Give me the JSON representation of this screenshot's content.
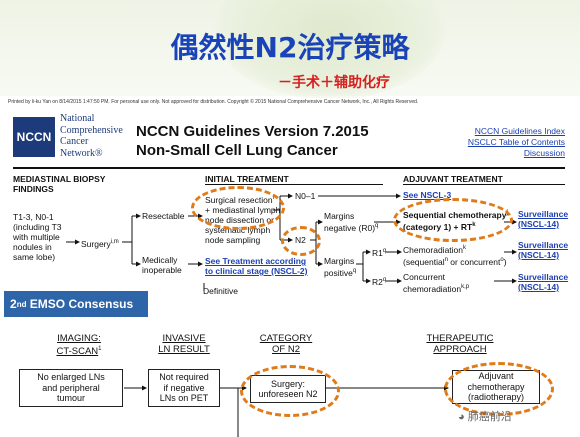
{
  "slide": {
    "title": "偶然性N2治疗策略",
    "subtitle": "－手术＋辅助化疗"
  },
  "nccn": {
    "printed_notice": "Printed by li-ku Yan on 8/14/2015 1:47:50 PM. For personal use only. Not approved for distribution. Copyright © 2015 National Comprehensive Cancer Network, Inc., All Rights Reserved.",
    "logo": "NCCN",
    "org_lines": [
      "National",
      "Comprehensive",
      "Cancer",
      "Network®"
    ],
    "guideline_title": "NCCN Guidelines Version 7.2015",
    "guideline_subtitle": "Non-Small Cell Lung Cancer",
    "links": [
      "NCCN Guidelines Index",
      "NSCLC Table of Contents",
      "Discussion"
    ],
    "headers": {
      "col1": [
        "MEDIASTINAL BIOPSY",
        "FINDINGS"
      ],
      "col2": "INITIAL TREATMENT",
      "col3": "ADJUVANT TREATMENT"
    },
    "finding": [
      "T1-3, N0-1",
      "(including T3",
      "with multiple",
      "nodules in",
      "same lobe)"
    ],
    "surgery": "Surgery",
    "surgery_sup": "i,m",
    "resectable": "Resectable",
    "medically": [
      "Medically",
      "inoperable"
    ],
    "surgical_resection": [
      "Surgical resection",
      "+ mediastinal lymph",
      "node dissection or",
      "systematic lymph",
      "node sampling"
    ],
    "surgical_sup": "l",
    "see_treatment": [
      "See Treatment according",
      "to clinical stage (NSCL-2)"
    ],
    "definitive": "Definitive",
    "n0": "N0–1",
    "n2": "N2",
    "margins_neg": [
      "Margins",
      "negative (R0)"
    ],
    "margins_neg_sup": "q",
    "margins_pos": [
      "Margins",
      "positive"
    ],
    "margins_pos_sup": "q",
    "see_nscl": "See NSCL-3",
    "sequential": [
      "Sequential chemotherapy",
      "(category 1) + RT"
    ],
    "sequential_sup1": "j",
    "sequential_sup2": "k",
    "r1": "R1",
    "r1_sup": "q",
    "r2": "R2",
    "r2_sup": "q",
    "chemorad1": [
      "Chemoradiation",
      "(sequential",
      "or concurrent"
    ],
    "chemorad1_sups": [
      "k",
      "n",
      "o"
    ],
    "concurrent": [
      "Concurrent",
      "chemoradiation"
    ],
    "concurrent_sup": "k,p",
    "surveillance": [
      "Surveillance",
      "(NSCL-14)"
    ]
  },
  "consensus": {
    "banner_pre": "2",
    "banner_sup": "nd",
    "banner_post": " EMSO Consensus",
    "headers": [
      [
        "IMAGING:",
        "CT-SCAN"
      ],
      [
        "INVASIVE",
        "LN RESULT"
      ],
      [
        "CATEGORY",
        "OF N2"
      ],
      [
        "THERAPEUTIC",
        "APPROACH"
      ]
    ],
    "imaging_sup": "1",
    "boxes": [
      [
        "No enlarged LNs",
        "and peripheral",
        "tumour"
      ],
      [
        "Not required",
        "if negative",
        "LNs on PET"
      ],
      [
        "Surgery:",
        "unforeseen N2"
      ],
      [
        "Adjuvant",
        "chemotherapy",
        "(radiotherapy)"
      ]
    ]
  },
  "watermark": "肺癌前沿",
  "colors": {
    "title_blue": "#1a43b8",
    "subtitle_red": "#d61f1f",
    "oval_orange": "#e07b1a",
    "banner_blue": "#2e65a8",
    "link_blue": "#1c3fb0"
  }
}
